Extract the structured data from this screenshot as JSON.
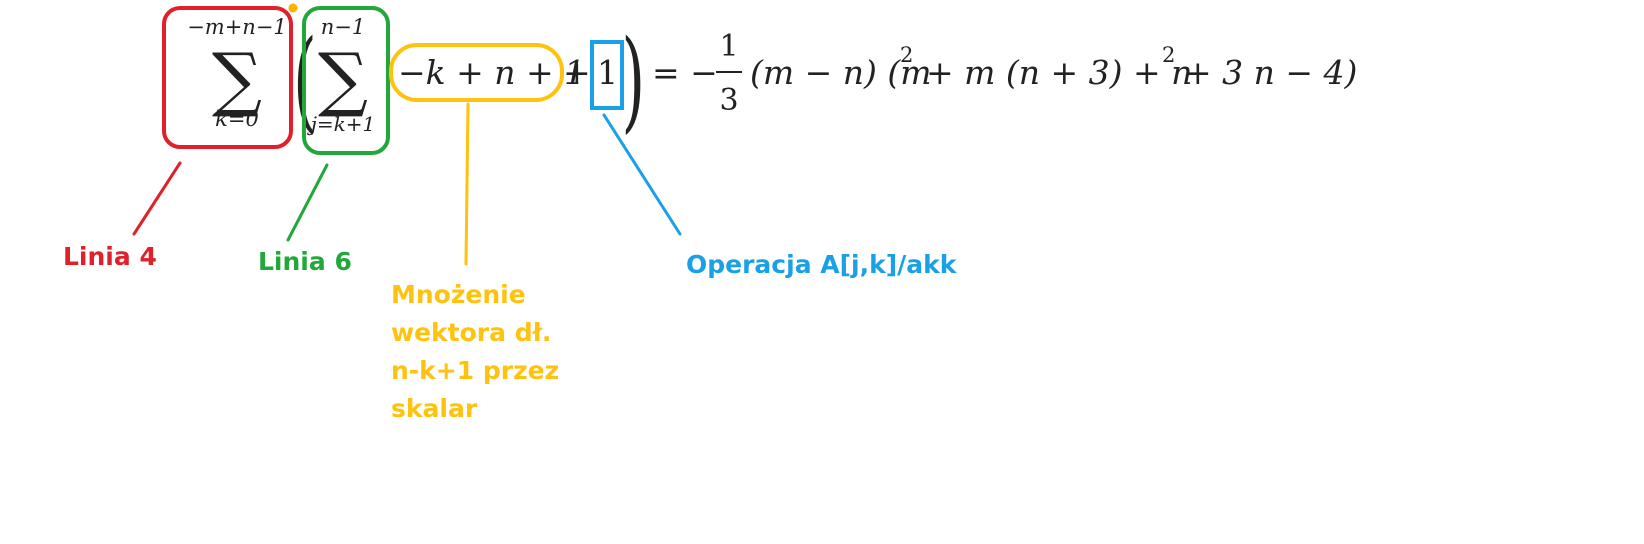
{
  "colors": {
    "red": "#e0202a",
    "green": "#22a83a",
    "yellow": "#ffc20e",
    "blue": "#1aa0e6",
    "ink": "#222222"
  },
  "formula": {
    "outer_sum": {
      "upper_limit": "−m+n−1",
      "symbol": "∑",
      "lower_limit": "k=0"
    },
    "open_paren": "(",
    "inner_sum": {
      "upper_limit": "n−1",
      "symbol": "∑",
      "lower_limit": "j=k+1"
    },
    "inner_term": "−k + n + 1",
    "plus": "+",
    "one": "1",
    "close_paren": ")",
    "equals": "= −",
    "frac_num": "1",
    "frac_den": "3",
    "rhs_a": "(m − n) (m",
    "sq1": "2",
    "rhs_b": "+ m (n + 3) + n",
    "sq2": "2",
    "rhs_c": "+ 3 n − 4)"
  },
  "annotations": {
    "linia4": "Linia 4",
    "linia6": "Linia 6",
    "mnozenie": [
      "Mnożenie",
      "wektora dł.",
      "n-k+1 przez",
      "skalar"
    ],
    "operacja": "Operacja A[j,k]/akk"
  }
}
